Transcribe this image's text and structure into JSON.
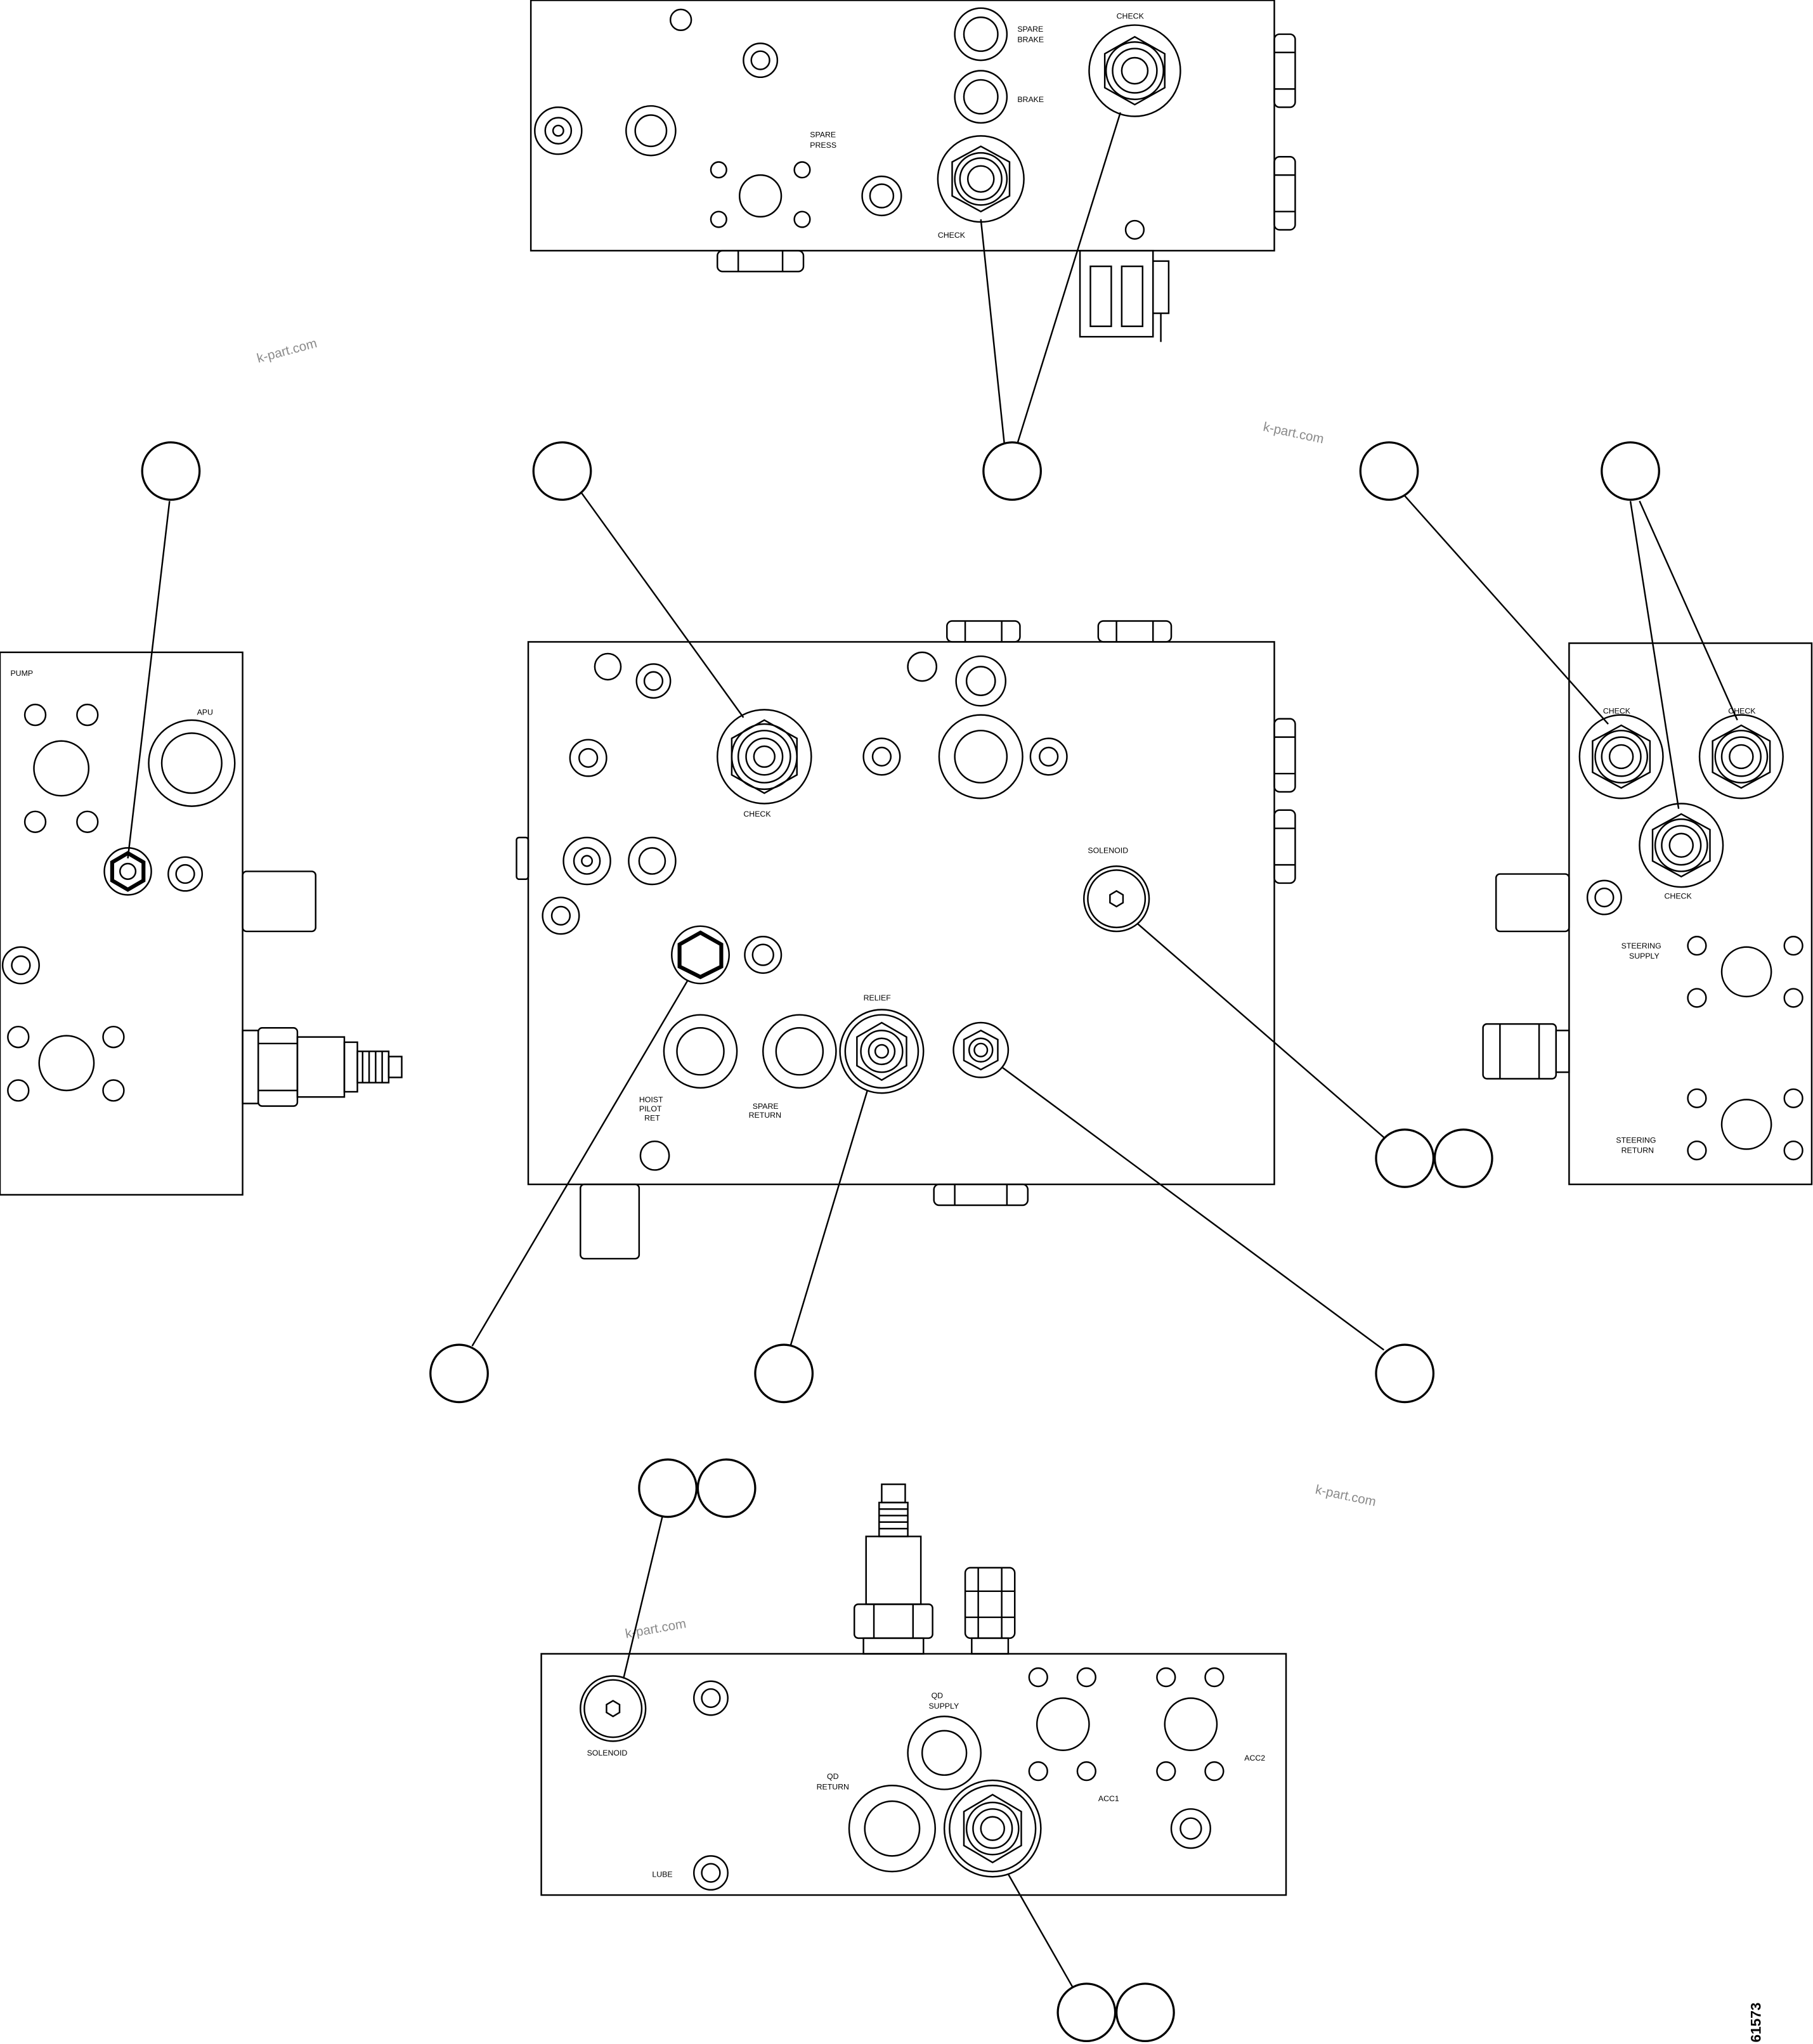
{
  "figure_number": "61573",
  "watermark": "k-part.com",
  "top_view": {
    "spare_brake": [
      "SPARE",
      "BRAKE"
    ],
    "brake": "BRAKE",
    "spare_press": [
      "SPARE",
      "PRESS"
    ],
    "check_upper": "CHECK",
    "check_lower": "CHECK"
  },
  "left_view": {
    "pump": "PUMP",
    "apu": "APU"
  },
  "center_view": {
    "check": "CHECK",
    "solenoid": "SOLENOID",
    "relief": "RELIEF",
    "hoist_pilot_ret": [
      "HOIST",
      "PILOT",
      "RET"
    ],
    "spare_return": [
      "SPARE",
      "RETURN"
    ]
  },
  "right_view": {
    "check_left": "CHECK",
    "check_right": "CHECK",
    "check_middle": "CHECK",
    "steering_supply": [
      "STEERING",
      "SUPPLY"
    ],
    "steering_return": [
      "STEERING",
      "RETURN"
    ]
  },
  "bottom_view": {
    "solenoid": "SOLENOID",
    "qd_supply": [
      "QD",
      "SUPPLY"
    ],
    "qd_return": [
      "QD",
      "RETURN"
    ],
    "acc1": "ACC1",
    "acc2": "ACC2",
    "lube": "LUBE"
  }
}
